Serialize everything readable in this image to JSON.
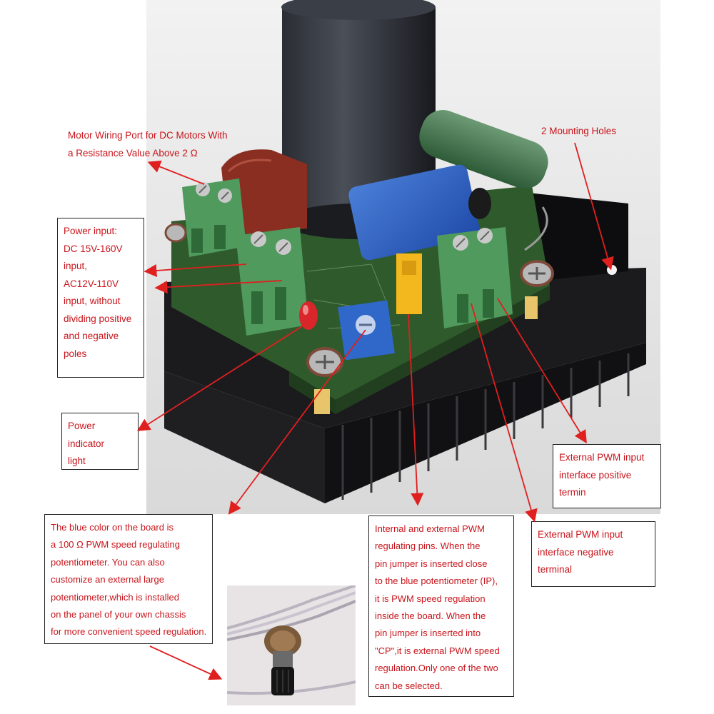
{
  "callouts": {
    "motor_port": "Motor Wiring Port for DC Motors With\na Resistance Value Above 2 Ω",
    "mounting_holes": "2 Mounting Holes",
    "power_input": "Power input:\nDC 15V-160V\ninput,\nAC12V-110V\ninput, without\ndividing positive\nand negative\npoles",
    "power_indicator": "Power indicator\nlight",
    "pwm_positive": "External PWM input\ninterface positive\ntermin",
    "pwm_negative": "External PWM input\ninterface negative\nterminal",
    "potentiometer": "The blue color on the board is\na 100 Ω PWM speed regulating\npotentiometer. You can also\ncustomize an external large\npotentiometer,which is installed\non the panel of your own chassis\nfor more convenient speed regulation.",
    "jumper_pins": "Internal and external PWM\nregulating pins. When the\npin jumper is inserted close\nto the blue potentiometer (IP),\nit is PWM speed regulation\ninside the board. When the\npin jumper is inserted into\n\"CP\",it is external PWM speed\nregulation.Only one of the two\ncan be selected."
  },
  "colors": {
    "annotation_text": "#c8141b",
    "arrow": "#e01f1f",
    "box_border": "#222222",
    "heatsink": "#1b1b1d",
    "pcb": "#2f5a2c",
    "terminal": "#4f9a5c"
  },
  "icons": {
    "arrow": "red-arrow-icon"
  }
}
